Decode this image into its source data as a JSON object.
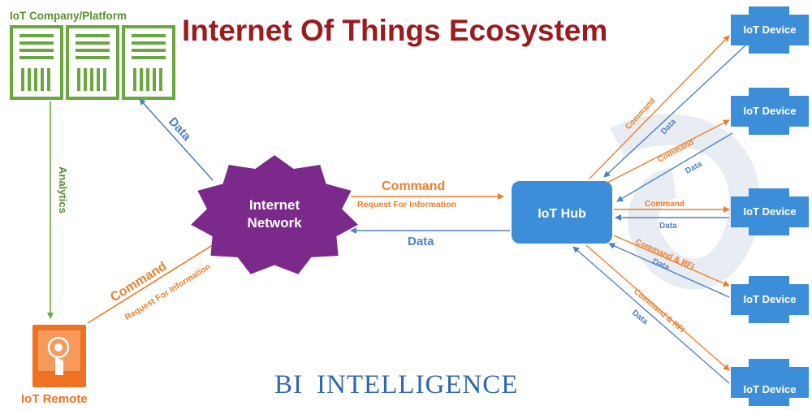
{
  "title": "Internet Of Things Ecosystem",
  "platform": {
    "label": "IoT Company/Platform"
  },
  "network": {
    "line1": "Internet",
    "line2": "Network"
  },
  "hub": {
    "label": "IoT Hub"
  },
  "remote": {
    "label": "IoT Remote"
  },
  "devices": [
    {
      "label": "IoT Device"
    },
    {
      "label": "IoT Device"
    },
    {
      "label": "IoT Device"
    },
    {
      "label": "IoT Device"
    },
    {
      "label": "IoT Device"
    }
  ],
  "edges": {
    "network_to_platform": "Data",
    "analytics": "Analytics",
    "remote_command": "Command",
    "remote_rfi": "Request For Information",
    "network_to_hub_command": "Command",
    "network_to_hub_rfi": "Request For Information",
    "hub_to_network_data": "Data",
    "device1_command": "Command",
    "device1_data": "Data",
    "device2_command": "Command",
    "device2_data": "Data",
    "device3_command": "Command",
    "device3_data": "Data",
    "device4_command": "Command & RFI",
    "device4_data": "Data",
    "device5_command": "Command & RFI",
    "device5_data": "Data"
  },
  "brand": {
    "prefix": "BI",
    "main": "INTELLIGENCE"
  },
  "colors": {
    "title": "#9b1b1f",
    "platform": "#6aa83f",
    "platform_text": "#55902c",
    "network": "#7b2a8b",
    "hub": "#3d8ed8",
    "device": "#3d8ed8",
    "command": "#f07d2a",
    "data": "#4f82c0",
    "remote": "#ef7222",
    "brand": "#2f67b1"
  }
}
